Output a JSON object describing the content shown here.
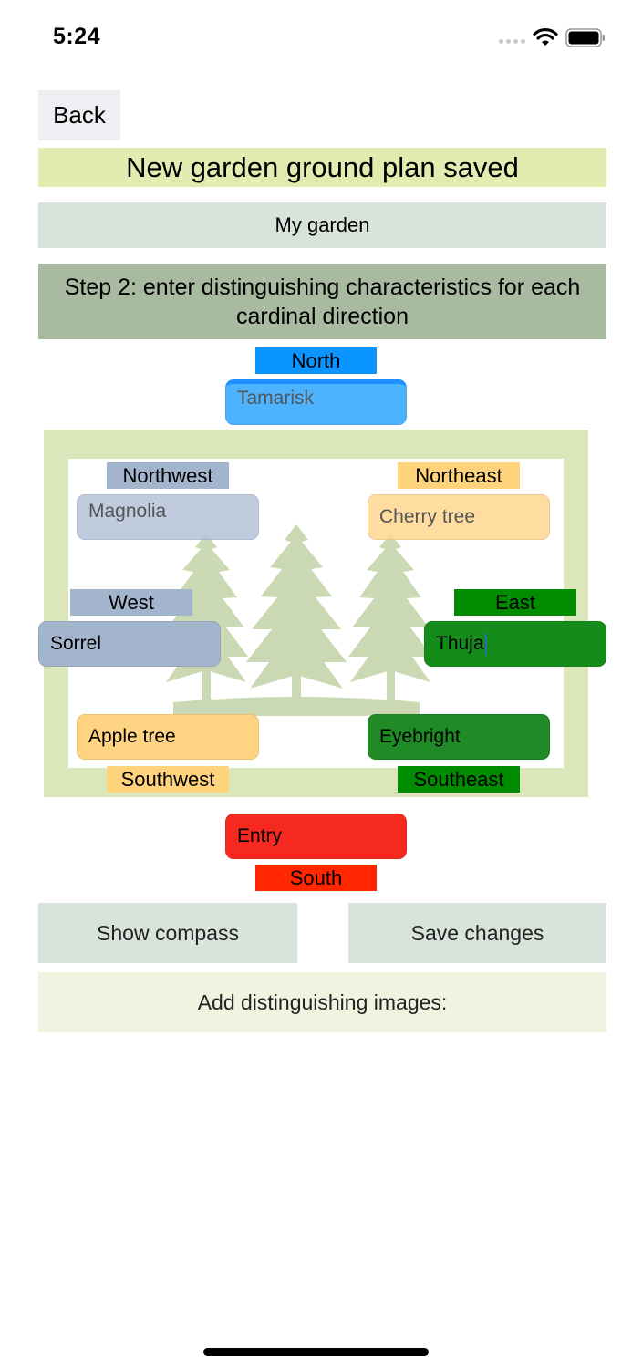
{
  "status_bar": {
    "time": "5:24",
    "icons": [
      "signal-dots-icon",
      "wifi-icon",
      "battery-icon"
    ]
  },
  "nav": {
    "back_label": "Back"
  },
  "header": {
    "title": "New garden ground plan saved",
    "garden_name": "My garden",
    "step_instruction": "Step 2: enter distinguishing characteristics for each cardinal direction"
  },
  "directions": {
    "north": {
      "label": "North",
      "value": "",
      "placeholder": "Tamarisk",
      "label_color": "#0a94ff",
      "field_color": "#4db3ff"
    },
    "northwest": {
      "label": "Northwest",
      "value": "",
      "placeholder": "Magnolia",
      "label_color": "#a3b4cd",
      "field_color": "#c2cedf"
    },
    "northeast": {
      "label": "Northeast",
      "value": "",
      "placeholder": "Cherry tree",
      "label_color": "#ffd27c",
      "field_color": "#ffe0a3"
    },
    "west": {
      "label": "West",
      "value": "Sorrel",
      "placeholder": "",
      "label_color": "#a3b4cd",
      "field_color": "#a3b4cd"
    },
    "east": {
      "label": "East",
      "value": "Thuja",
      "placeholder": "",
      "label_color": "#008b00",
      "field_color": "#138c1a"
    },
    "southwest": {
      "label": "Southwest",
      "value": "Apple tree",
      "placeholder": "",
      "label_color": "#ffd27c",
      "field_color": "#fed382"
    },
    "southeast": {
      "label": "Southeast",
      "value": "Eyebright",
      "placeholder": "",
      "label_color": "#008b00",
      "field_color": "#1f8a26"
    },
    "south": {
      "label": "South",
      "value": "Entry",
      "placeholder": "",
      "label_color": "#ff2600",
      "field_color": "#f5291f"
    }
  },
  "actions": {
    "show_compass": "Show compass",
    "save_changes": "Save changes",
    "add_images": "Add distinguishing images:"
  }
}
